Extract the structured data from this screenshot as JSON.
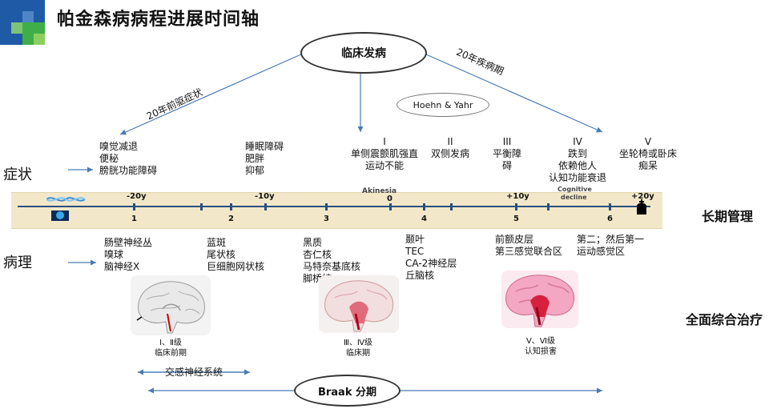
{
  "title": "帕金森病病程进展时间轴",
  "ellipse_clinical": "临床发病",
  "ellipse_braak": "Braak 分期",
  "hoehn_yahr": "Hoehn & Yahr",
  "diag_left": "20年前驱症状",
  "diag_right": "20年疾病期",
  "side_symptom": "症状",
  "side_pathology": "病理",
  "right_long": "长期管理",
  "right_full": "全面综合治疗",
  "symptoms": {
    "prodromal1": [
      "嗅觉减退",
      "便秘",
      "膀胱功能障碍"
    ],
    "prodromal2": [
      "睡眠障碍",
      "肥胖",
      "抑郁"
    ],
    "stage1": [
      "I",
      "单侧震颤肌强直",
      "运动不能"
    ],
    "stage2": [
      "II",
      "双侧发病"
    ],
    "stage3": [
      "III",
      "平衡障",
      "碍"
    ],
    "stage4": [
      "IV",
      "跌到",
      "依赖他人",
      "认知功能衰退"
    ],
    "stage5": [
      "V",
      "坐轮椅或卧床",
      "痴呆"
    ]
  },
  "timeline": {
    "years": [
      "-20y",
      "-10y",
      "Akinesia",
      "0",
      "+10y",
      "Cognitive",
      "decline",
      "+20y"
    ],
    "numbers": [
      "1",
      "2",
      "3",
      "4",
      "5",
      "6"
    ]
  },
  "pathology": {
    "p1": [
      "肠壁神经丛",
      "嗅球",
      "脑神经Ⅹ"
    ],
    "p2": [
      "蓝斑",
      "尾状核",
      "巨细胞网状核"
    ],
    "p3": [
      "黑质",
      "杏仁核",
      "马特奈基底核",
      "脚桥核"
    ],
    "p4": [
      "颞叶",
      "TEC",
      "CA-2神经层",
      "丘脑核"
    ],
    "p5": [
      "前额皮层",
      "第三感觉联合区"
    ],
    "p6": [
      "第二；然后第一",
      "运动感觉区"
    ]
  },
  "brains": {
    "b1": [
      "Ⅰ、Ⅱ级",
      "临床前期"
    ],
    "b2": [
      "Ⅲ、Ⅳ级",
      "临床期"
    ],
    "b3": [
      "Ⅴ、Ⅵ级",
      "认知损害"
    ]
  },
  "sympathetic": "交感神经系统",
  "colors": {
    "accent": "#4a7ab5",
    "band": "#f2e8c9",
    "timeline": "#2a4f7d",
    "logo_green": "#3fae49",
    "logo_blue": "#1f5aa6"
  }
}
